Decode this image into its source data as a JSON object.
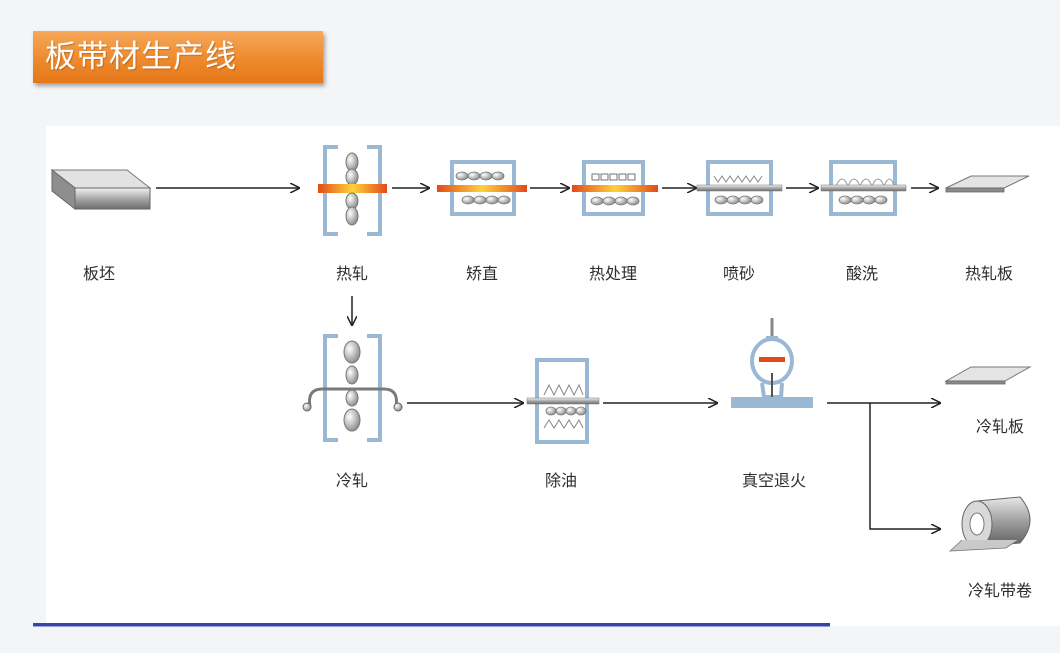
{
  "title": "板带材生产线",
  "row1": {
    "billet": "板坯",
    "hot_rolling": "热轧",
    "straightening": "矫直",
    "heat_treatment": "热处理",
    "sandblasting": "喷砂",
    "pickling": "酸洗",
    "hot_rolled_plate": "热轧板"
  },
  "row2": {
    "cold_rolling": "冷轧",
    "degreasing": "除油",
    "vacuum_annealing": "真空退火",
    "cold_rolled_plate": "冷轧板",
    "cold_rolled_coil": "冷轧带卷"
  },
  "colors": {
    "banner": "#ee8a2e",
    "frame": "#9ab7d3",
    "hot_strip": "#e8a028",
    "arrow": "#222222"
  }
}
